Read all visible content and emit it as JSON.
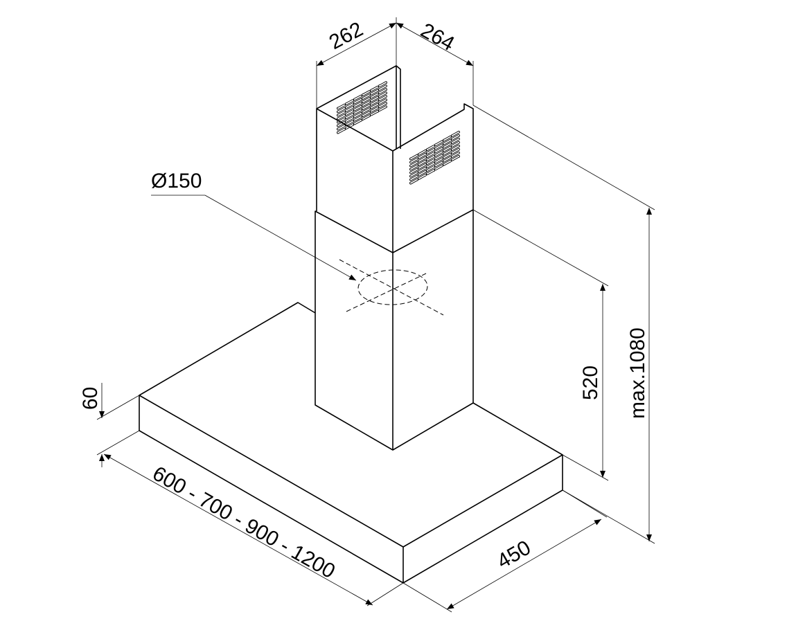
{
  "title": "Cooker hood dimensions",
  "dimensions": {
    "chimney_width": "262",
    "chimney_depth": "264",
    "duct_diameter": "Ø150",
    "max_height": "max.1080",
    "lower_chimney_height": "520",
    "canopy_thickness": "60",
    "canopy_widths": "600 - 700 - 900 - 1200",
    "canopy_depth": "450"
  }
}
